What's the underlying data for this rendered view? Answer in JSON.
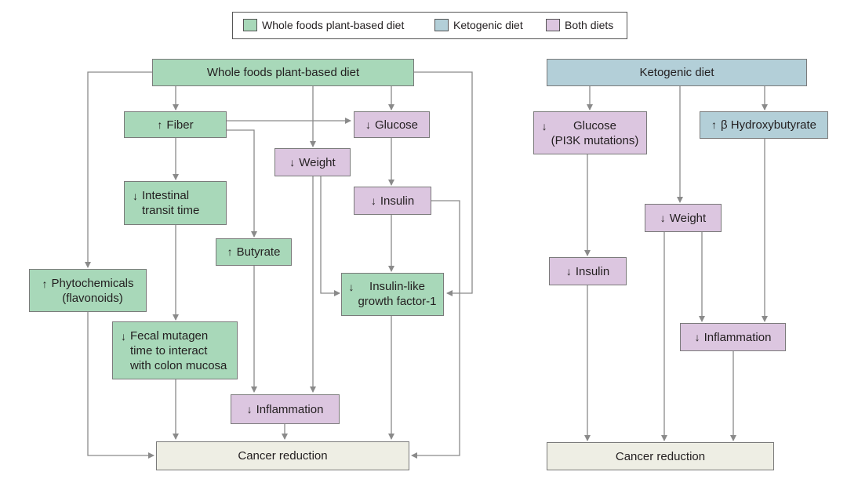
{
  "legend": {
    "plant": "Whole foods plant-based diet",
    "keto": "Ketogenic diet",
    "both": "Both diets"
  },
  "colors": {
    "plant": "#a8d8b9",
    "keto": "#b3cfd8",
    "both": "#dcc6e0",
    "outcome": "#eeeee4"
  },
  "arrows": {
    "up": "↑",
    "down": "↓"
  },
  "left": {
    "header": "Whole foods plant-based diet",
    "fiber": "Fiber",
    "glucose": "Glucose",
    "weight": "Weight",
    "intestinal_line1": "Intestinal",
    "intestinal_line2": "transit time",
    "insulin": "Insulin",
    "butyrate": "Butyrate",
    "phyto_line1": "Phytochemicals",
    "phyto_line2": "(flavonoids)",
    "igf_line1": "Insulin-like",
    "igf_line2": "growth factor-1",
    "fecal_line1": "Fecal mutagen",
    "fecal_line2": "time to interact",
    "fecal_line3": "with colon mucosa",
    "inflammation": "Inflammation",
    "outcome": "Cancer reduction"
  },
  "right": {
    "header": "Ketogenic diet",
    "glucose_line1": "Glucose",
    "glucose_line2": "(PI3K mutations)",
    "hydroxy": "β Hydroxybutyrate",
    "weight": "Weight",
    "insulin": "Insulin",
    "inflammation": "Inflammation",
    "outcome": "Cancer reduction"
  }
}
